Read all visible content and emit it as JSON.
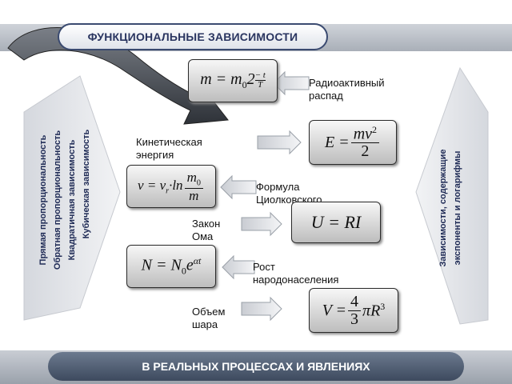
{
  "header": {
    "title": "ФУНКЦИОНАЛЬНЫЕ ЗАВИСИМОСТИ"
  },
  "footer": {
    "text": "В РЕАЛЬНЫХ ПРОЦЕССАХ И ЯВЛЕНИЯХ"
  },
  "left_panel": {
    "lines": [
      "Прямая пропорциональность",
      "Обратная пропорциональность",
      "Квадратичная зависимость",
      "Кубическая зависимость"
    ]
  },
  "right_panel": {
    "lines": [
      "Зависимости, содержащие",
      "экспоненты и логарифмы"
    ]
  },
  "items": [
    {
      "label_lines": [
        "Радиоактивный",
        "распад"
      ],
      "formula": "m = m0·2^(−t/T)"
    },
    {
      "label_lines": [
        "Кинетическая",
        "энергия"
      ],
      "formula": "E = mv²/2"
    },
    {
      "label_lines": [
        "Формула",
        "Циолковского"
      ],
      "formula": "v = vr·ln(m0/m)"
    },
    {
      "label_lines": [
        "Закон",
        "Ома"
      ],
      "formula": "U = RI"
    },
    {
      "label_lines": [
        "Рост",
        "народонаселения"
      ],
      "formula": "N = N0·e^(αt)"
    },
    {
      "label_lines": [
        "Объем",
        "шара"
      ],
      "formula": "V = 4/3·πR³"
    }
  ],
  "colors": {
    "title_text": "#2a3560",
    "panel_text": "#1e2a55",
    "footer_bg": "#4f5d72"
  },
  "icons": [
    "curved-arrow-icon",
    "arrow-right-icon",
    "arrow-left-icon"
  ]
}
